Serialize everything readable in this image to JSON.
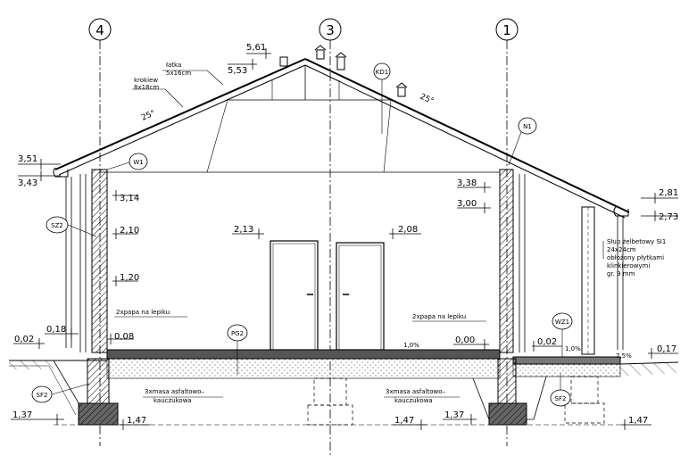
{
  "axes": {
    "a4": "4",
    "a3": "3",
    "a1": "1"
  },
  "levels": {
    "ridge_top": "5,61",
    "ridge_lower": "5,53",
    "eave_left_top": "3,51",
    "eave_left_low": "3,43",
    "wall_left_top": "3,14",
    "lvl_210": "2,10",
    "lvl_120": "1,20",
    "lvl_008": "0,08",
    "lvl_018": "0,18",
    "lvl_002_left": "0,02",
    "door_head_left": "2,13",
    "door_head_right": "2,08",
    "wall_right_top": "3,38",
    "wall_right_300": "3,00",
    "floor_zero": "0,00",
    "terrace": "0,02",
    "ground_right": "0,17",
    "eave_right_top": "2,81",
    "eave_right_low": "2,73",
    "found_left_a": "1,37",
    "found_left_b": "1,47",
    "found_right_a": "1,47",
    "found_right_b": "1,37",
    "found_far_right": "1,47"
  },
  "labels": {
    "laty_a": "łatka",
    "laty_b": "5x16cm",
    "krokiew_a": "krokiew",
    "krokiew_b": "8x18cm",
    "angle_left": "25°",
    "angle_right": "25°",
    "tag_kd1": "KD1",
    "tag_w1": "W1",
    "tag_n1": "N1",
    "tag_sz2": "SZ2",
    "tag_pg2": "PG2",
    "tag_wz1": "WZ1",
    "tag_sf2_left": "SF2",
    "tag_sf2_right": "SF2",
    "papa_left": "2xpapa   na  lepiku",
    "papa_right": "2xpapa   na  lepiku",
    "masa_left_a": "3xmasa  asfaltowo–",
    "masa_left_b": "kauczukowa",
    "masa_right_a": "3xmasa  asfaltowo–",
    "masa_right_b": "kauczukowa",
    "slope_a": "1,0%",
    "slope_b": "1,0%",
    "slope_c": "7,5%",
    "column_a": "Słup  żelbetowy  SI1",
    "column_b": "24x24cm",
    "column_c": "obłożony  płytkami",
    "column_d": "klinkierowymi",
    "column_e": "gr.  9  mm"
  }
}
